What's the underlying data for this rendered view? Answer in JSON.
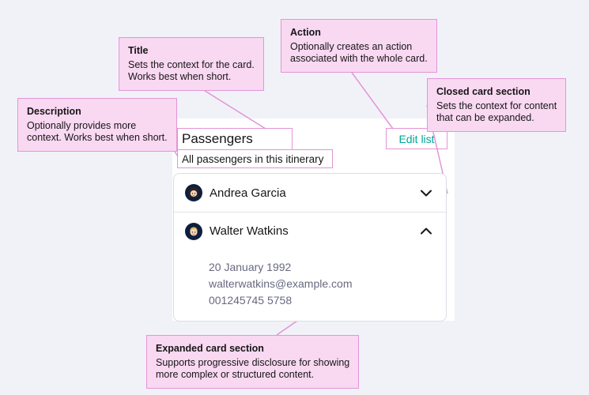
{
  "colors": {
    "bg": "#f1f2f8",
    "accent": "#e394d8",
    "callout_bg": "#f9d8f2",
    "panel_bg": "#ffffff",
    "link": "#00a698",
    "text": "#161616",
    "muted": "#68697f"
  },
  "annotations": {
    "title": {
      "heading": "Title",
      "lines": [
        "Sets the context for the card.",
        "Works best when short."
      ]
    },
    "action": {
      "heading": "Action",
      "lines": [
        "Optionally creates an action",
        "associated with the whole card."
      ]
    },
    "description": {
      "heading": "Description",
      "lines": [
        "Optionally provides more",
        "context. Works best when short."
      ]
    },
    "closed_section": {
      "heading": "Closed card section",
      "lines": [
        "Sets the context for content",
        "that can be expanded."
      ]
    },
    "expanded_section": {
      "heading": "Expanded card section",
      "lines": [
        "Supports progressive disclosure for showing",
        "more complex or structured content."
      ]
    }
  },
  "card": {
    "title": "Passengers",
    "description": "All passengers in this itinerary",
    "action_label": "Edit list",
    "items": [
      {
        "name": "Andrea Garcia",
        "avatar": "woman-avatar",
        "state": "collapsed"
      },
      {
        "name": "Walter Watkins",
        "avatar": "boy-avatar",
        "state": "expanded",
        "details": [
          "20 January 1992",
          "walterwatkins@example.com",
          "001245745 5758"
        ]
      }
    ]
  }
}
